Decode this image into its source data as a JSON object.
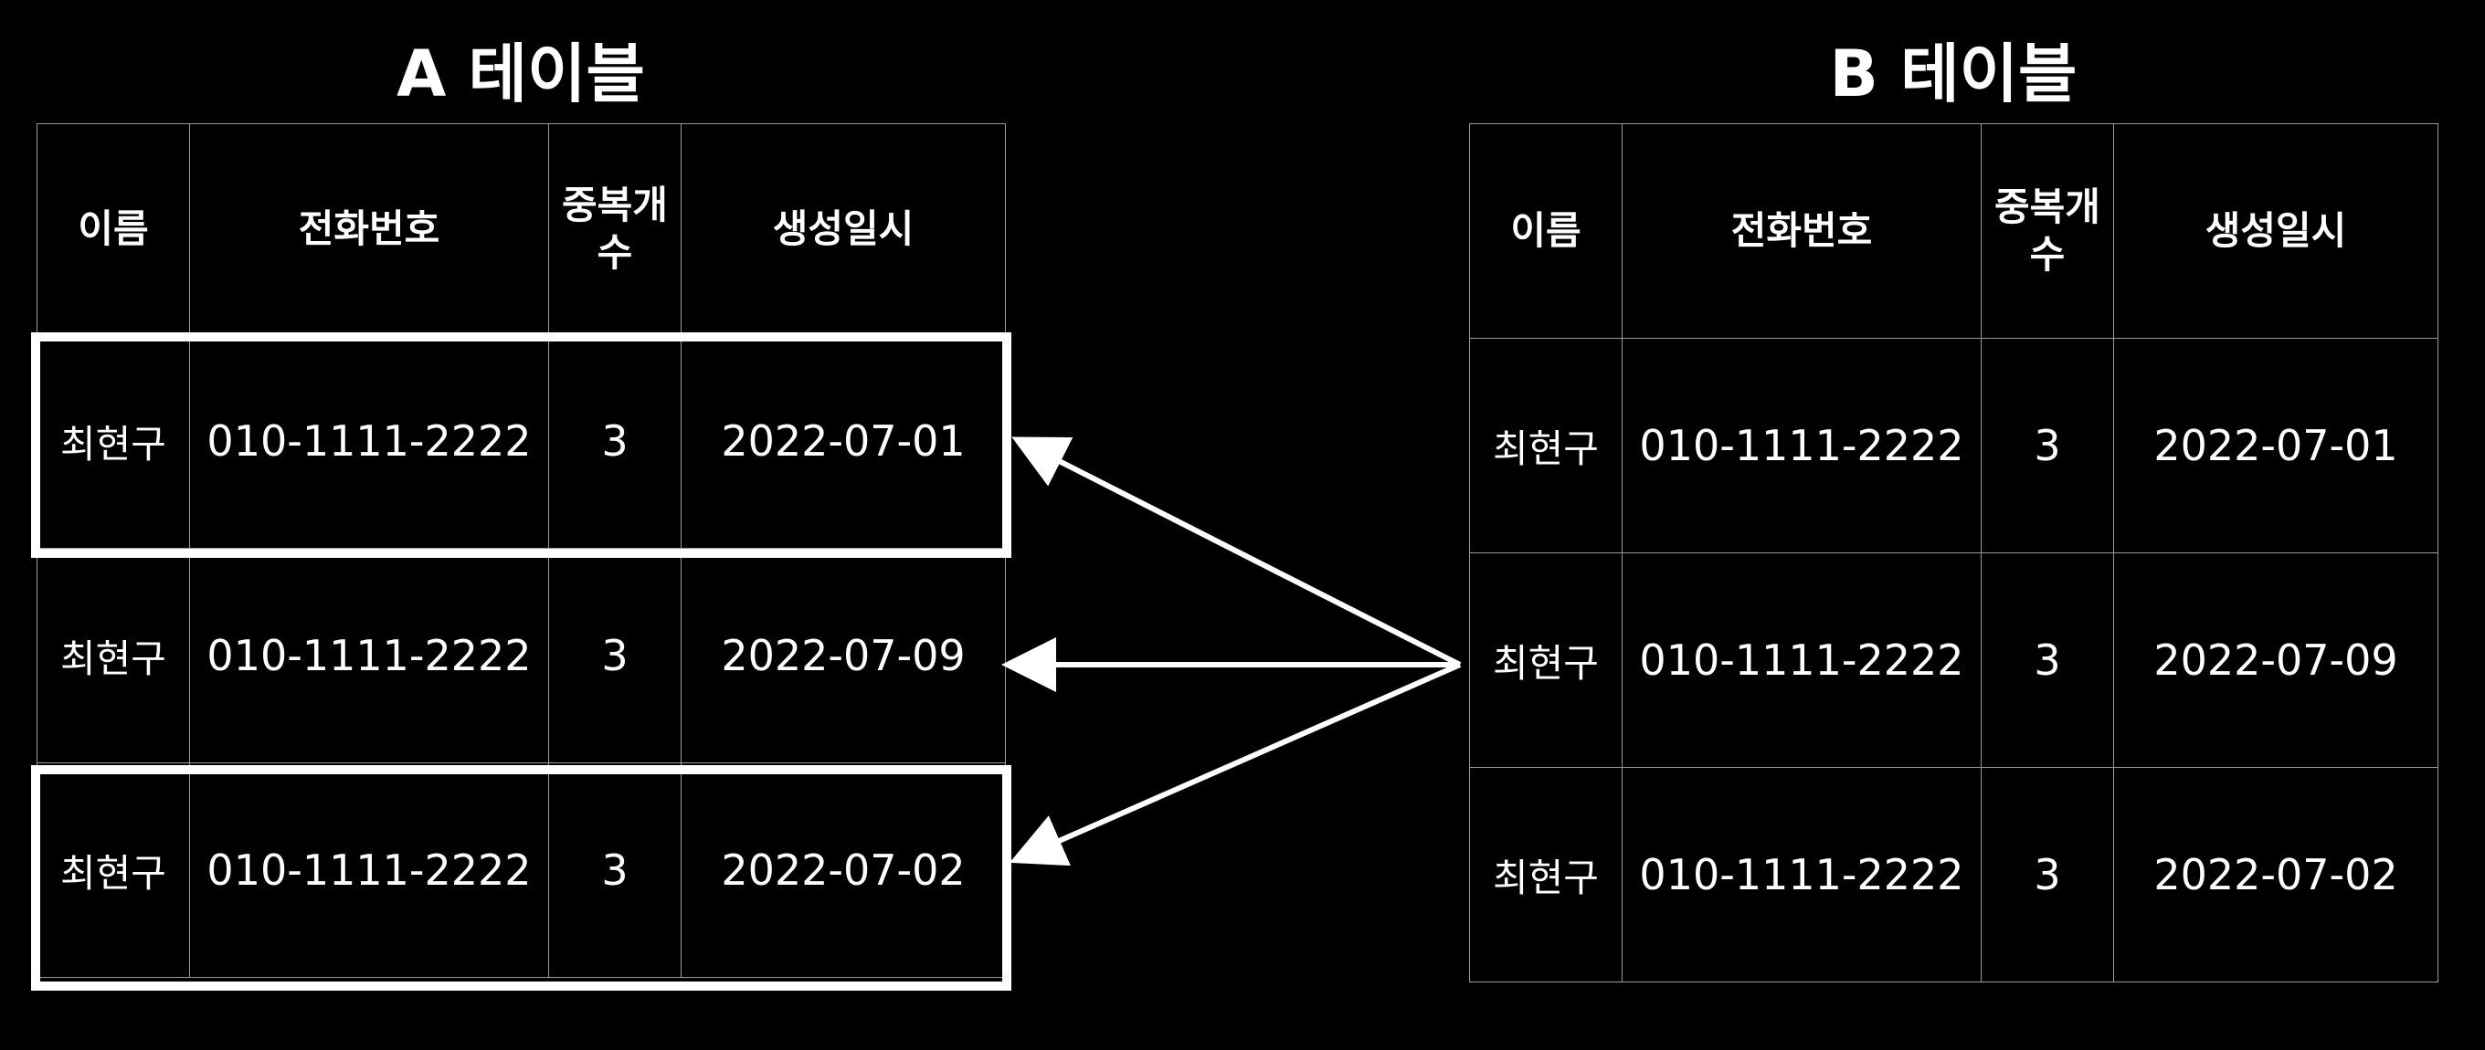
{
  "table_a": {
    "title": "A 테이블",
    "headers": [
      "이름",
      "전화번호",
      "중복개수",
      "생성일시"
    ],
    "rows": [
      {
        "name": "최현구",
        "phone": "010-1111-2222",
        "dup_count": "3",
        "created": "2022-07-01"
      },
      {
        "name": "최현구",
        "phone": "010-1111-2222",
        "dup_count": "3",
        "created": "2022-07-09"
      },
      {
        "name": "최현구",
        "phone": "010-1111-2222",
        "dup_count": "3",
        "created": "2022-07-02"
      }
    ]
  },
  "table_b": {
    "title": "B 테이블",
    "headers": [
      "이름",
      "전화번호",
      "중복개수",
      "생성일시"
    ],
    "rows": [
      {
        "name": "최현구",
        "phone": "010-1111-2222",
        "dup_count": "3",
        "created": "2022-07-01"
      },
      {
        "name": "최현구",
        "phone": "010-1111-2222",
        "dup_count": "3",
        "created": "2022-07-09"
      },
      {
        "name": "최현구",
        "phone": "010-1111-2222",
        "dup_count": "3",
        "created": "2022-07-02"
      }
    ]
  },
  "colors": {
    "background": "#000000",
    "foreground": "#ffffff",
    "grid_line": "#9a9a9a"
  }
}
